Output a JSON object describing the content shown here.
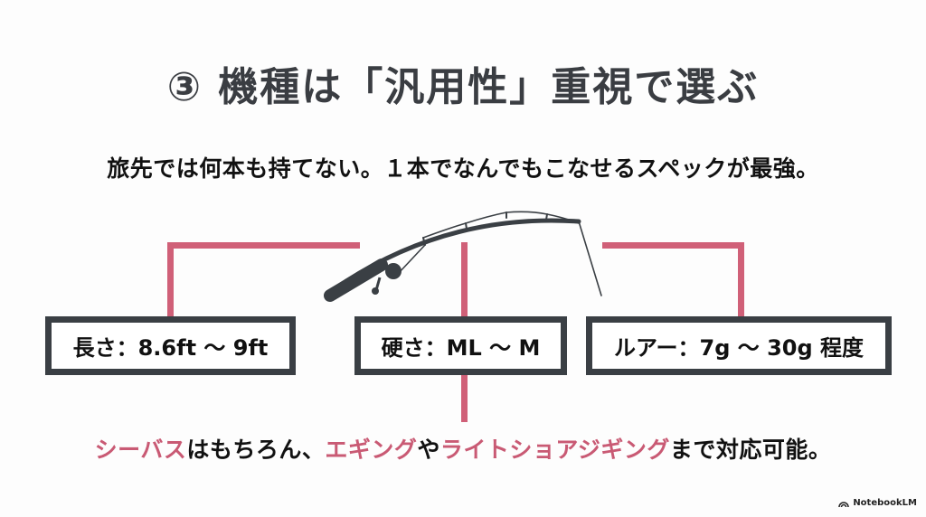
{
  "title": "③ 機種は「汎用性」重視で選ぶ",
  "subtitle": "旅先では何本も持てない。１本でなんでもこなせるスペックが最強。",
  "specs": [
    {
      "label": "長さ：8.6ft 〜 9ft"
    },
    {
      "label": "硬さ：ML 〜 M"
    },
    {
      "label": "ルアー：7g 〜 30g 程度"
    }
  ],
  "bottom": {
    "part1": "シーバス",
    "part2": "はもちろん、",
    "part3": "エギング",
    "part4": "や",
    "part5": "ライトショアジギング",
    "part6": "まで対応可能。"
  },
  "icons": {
    "main": "fishing-rod-icon",
    "brand": "notebooklm-logo-icon"
  },
  "colors": {
    "accent": "#d06078",
    "highlight_text": "#c95a74",
    "box_border": "#3a3f44",
    "title": "#3a3d42"
  },
  "brand": {
    "label": "NotebookLM"
  }
}
